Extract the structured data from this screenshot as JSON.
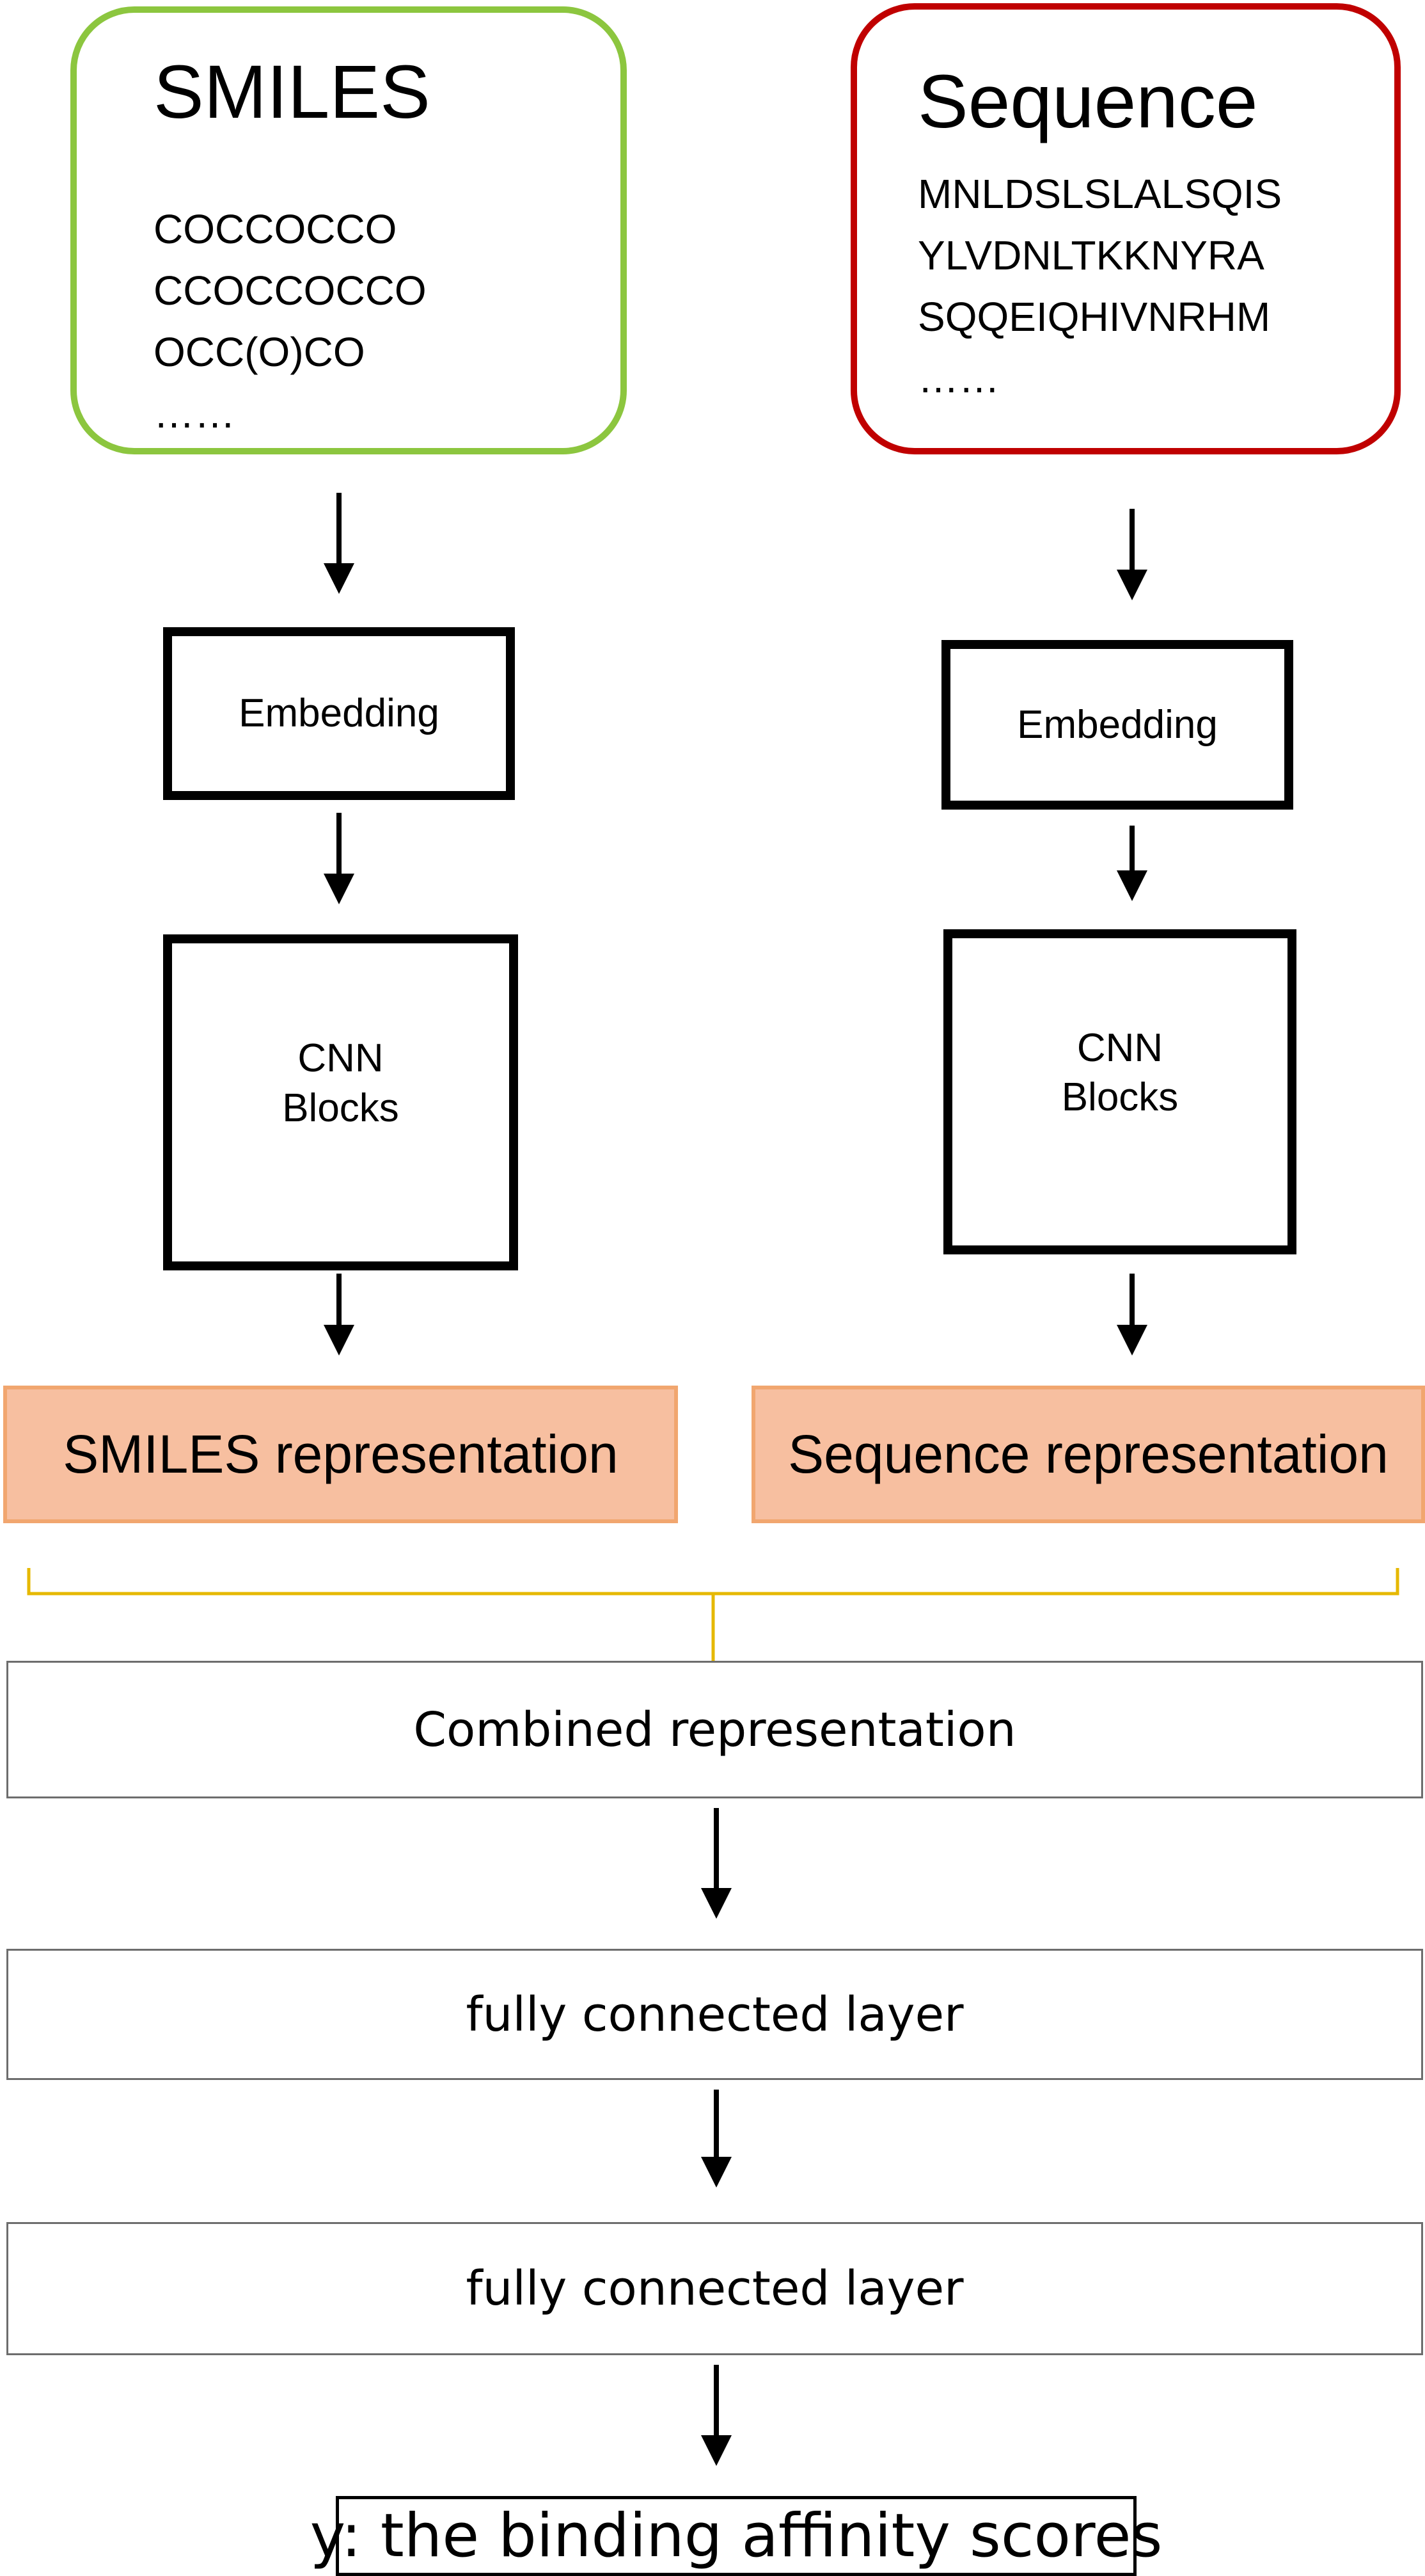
{
  "smiles": {
    "title": "SMILES",
    "lines": [
      "COCCOCCO",
      "CCOCCOCCO",
      "OCC(O)CO",
      "……"
    ],
    "border_color": "#8cc63f"
  },
  "sequence": {
    "title": "Sequence",
    "lines": [
      "MNLDSLSLALSQIS",
      "YLVDNLTKKNYRA",
      "SQQEIQHIVNRHM",
      "……"
    ],
    "border_color": "#c00000"
  },
  "left_branch": {
    "embedding": "Embedding",
    "cnn": "CNN\nBlocks",
    "representation": "SMILES representation"
  },
  "right_branch": {
    "embedding": "Embedding",
    "cnn": "CNN\nBlocks",
    "representation": "Sequence representation"
  },
  "combined": "Combined representation",
  "fc1": "fully connected layer",
  "fc2": "fully connected layer",
  "output": "y: the binding affinity scores",
  "colors": {
    "representation_fill": "#f7bfa0",
    "representation_border": "#f1a66f",
    "merge_bracket": "#e6b800"
  }
}
